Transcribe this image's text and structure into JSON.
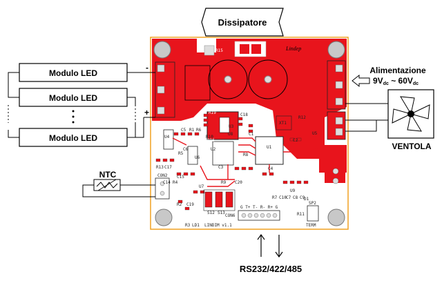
{
  "labels": {
    "dissipatore": "Dissipatore",
    "alimentazione_line1": "Alimentazione",
    "alimentazione_v1": "9V",
    "alimentazione_sub": "dc",
    "alimentazione_sep": " ~ 60V",
    "ventola": "VENTOLA",
    "ntc": "NTC",
    "rs": "RS232/422/485",
    "minus": "-",
    "plus": "+"
  },
  "led_modules": [
    {
      "label": "Modulo LED"
    },
    {
      "label": "Modulo LED"
    },
    {
      "label": "Modulo LED"
    }
  ],
  "pcb": {
    "brand": "Lindep",
    "board_name": "LINDIM v1.1",
    "conn_con6": "CON6",
    "conn_con2": "CON2",
    "term": "TERM",
    "sp2": "SP2",
    "pins_rs": "G  T+ T- R- R+ G",
    "designators": [
      "R15",
      "R17",
      "R19",
      "R16",
      "U3",
      "C18",
      "U4",
      "U2",
      "U1",
      "C2",
      "C3",
      "U5",
      "U6",
      "R8",
      "R12",
      "R13",
      "C17",
      "C14",
      "XT1",
      "C6",
      "C5",
      "R1",
      "R4",
      "R3",
      "LD1",
      "R2",
      "C19",
      "R11",
      "D1",
      "R9",
      "C15",
      "C20",
      "R10",
      "S12",
      "S13",
      "C10",
      "U7",
      "U8",
      "U9",
      "C1",
      "C4",
      "C7",
      "C8",
      "C9",
      "R5",
      "R6",
      "R7",
      "NTC"
    ]
  },
  "colors": {
    "pcb_red": "#e8141c",
    "board_border": "#f0a020",
    "stroke": "#000000"
  }
}
